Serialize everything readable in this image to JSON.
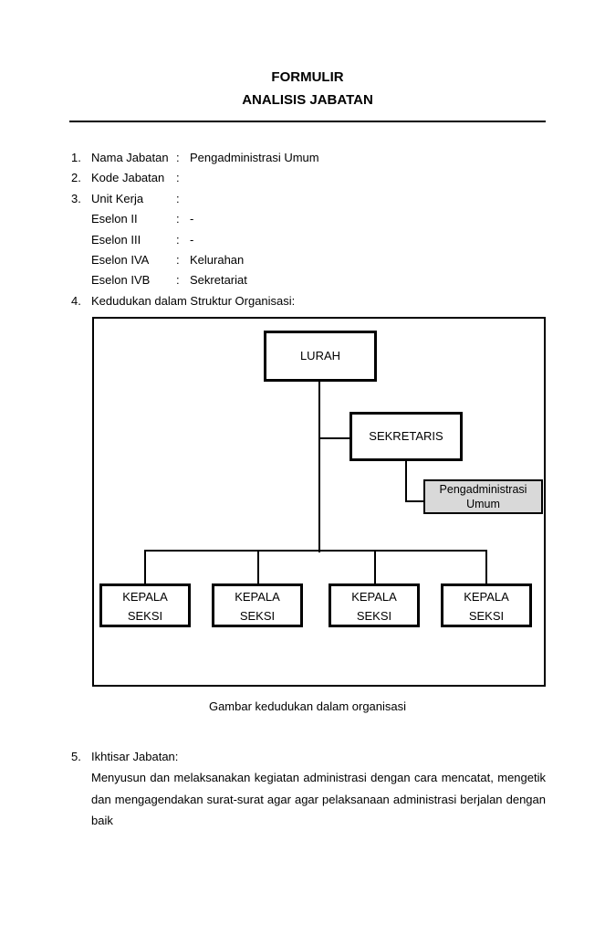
{
  "page": {
    "title_line1": "FORMULIR",
    "title_line2": "ANALISIS JABATAN"
  },
  "form": {
    "items": [
      {
        "num": "1.",
        "label": "Nama Jabatan",
        "colon": ":",
        "value": "Pengadministrasi Umum"
      },
      {
        "num": "2.",
        "label": "Kode Jabatan",
        "colon": ":",
        "value": ""
      },
      {
        "num": "3.",
        "label": "Unit Kerja",
        "colon": ":",
        "value": ""
      },
      {
        "num": "",
        "label": "Eselon II",
        "colon": ":",
        "value": "-"
      },
      {
        "num": "",
        "label": "Eselon III",
        "colon": ":",
        "value": "-"
      },
      {
        "num": "",
        "label": "Eselon IVA",
        "colon": ":",
        "value": "Kelurahan"
      },
      {
        "num": "",
        "label": "Eselon IVB",
        "colon": ":",
        "value": "Sekretariat"
      },
      {
        "num": "4.",
        "label": "Kedudukan dalam Struktur Organisasi:",
        "colon": "",
        "value": ""
      }
    ]
  },
  "org_chart": {
    "caption": "Gambar kedudukan dalam organisasi",
    "highlight_fill": "#d9d9d9",
    "line_color": "#000000",
    "nodes": {
      "lurah": "LURAH",
      "sekretaris": "SEKRETARIS",
      "pengadministrasi_line1": "Pengadministrasi",
      "pengadministrasi_line2": "Umum",
      "kepala_line1": "KEPALA",
      "kepala_line2": "SEKSI"
    }
  },
  "summary": {
    "num": "5.",
    "label": "Ikhtisar Jabatan:",
    "text": "Menyusun dan melaksanakan kegiatan administrasi dengan cara mencatat, mengetik dan mengagendakan surat-surat agar agar pelaksanaan administrasi berjalan dengan baik"
  }
}
